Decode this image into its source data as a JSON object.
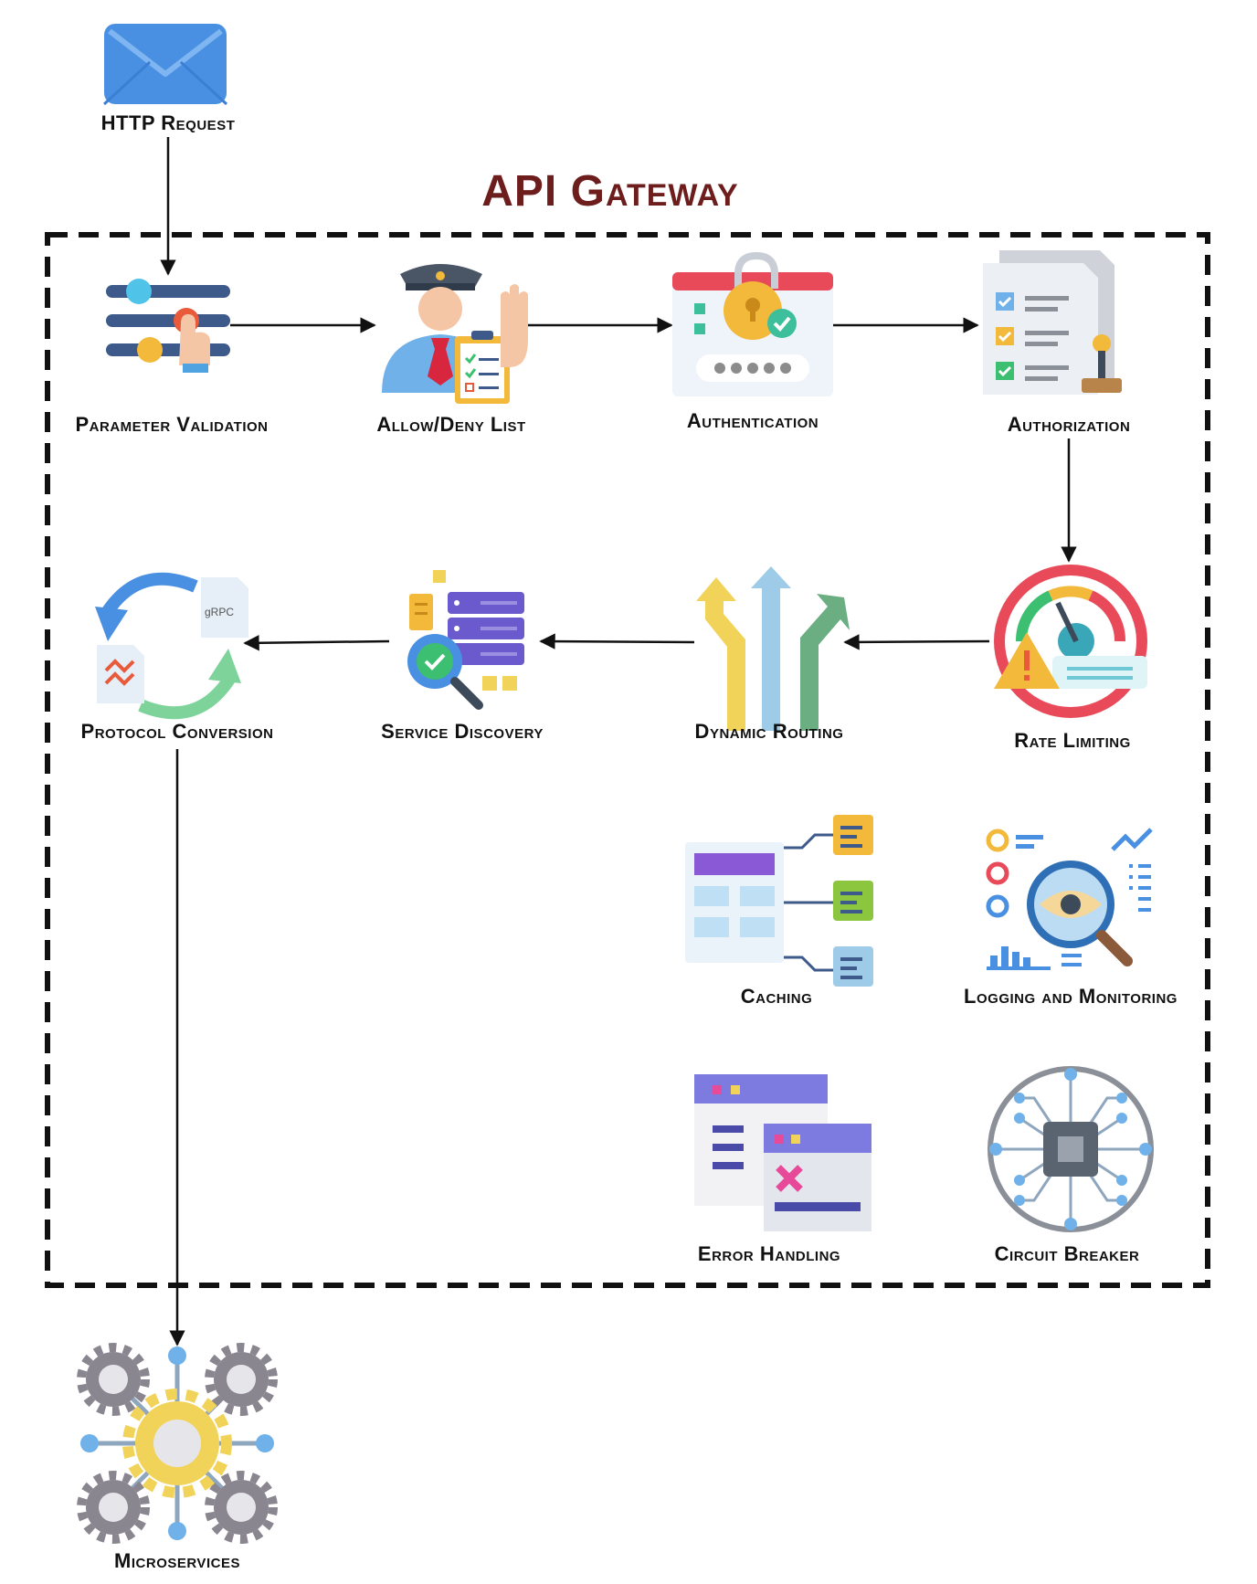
{
  "title": "API Gateway",
  "colors": {
    "title": "#6e1d1d",
    "border": "#111111",
    "arrow": "#111111",
    "label": "#111111"
  },
  "source": {
    "label": "HTTP Request",
    "icon": "envelope-icon"
  },
  "steps": [
    {
      "id": "parameter-validation",
      "label": "Parameter Validation",
      "icon": "sliders-icon"
    },
    {
      "id": "allow-deny-list",
      "label": "Allow/Deny List",
      "icon": "security-guard-icon"
    },
    {
      "id": "authentication",
      "label": "Authentication",
      "icon": "lock-key-icon"
    },
    {
      "id": "authorization",
      "label": "Authorization",
      "icon": "checklist-stamp-icon"
    },
    {
      "id": "rate-limiting",
      "label": "Rate Limiting",
      "icon": "speedometer-warning-icon"
    },
    {
      "id": "dynamic-routing",
      "label": "Dynamic Routing",
      "icon": "split-arrows-icon"
    },
    {
      "id": "service-discovery",
      "label": "Service Discovery",
      "icon": "server-search-icon"
    },
    {
      "id": "protocol-conversion",
      "label": "Protocol Conversion",
      "icon": "grpc-conversion-icon",
      "icon_text": "gRPC"
    }
  ],
  "features": [
    {
      "id": "caching",
      "label": "Caching",
      "icon": "cache-table-icon"
    },
    {
      "id": "logging-and-monitoring",
      "label": "Logging and Monitoring",
      "icon": "magnifier-eye-icon"
    },
    {
      "id": "error-handling",
      "label": "Error Handling",
      "icon": "error-windows-icon"
    },
    {
      "id": "circuit-breaker",
      "label": "Circuit Breaker",
      "icon": "chip-circuit-icon"
    }
  ],
  "destination": {
    "label": "Microservices",
    "icon": "gears-network-icon"
  }
}
